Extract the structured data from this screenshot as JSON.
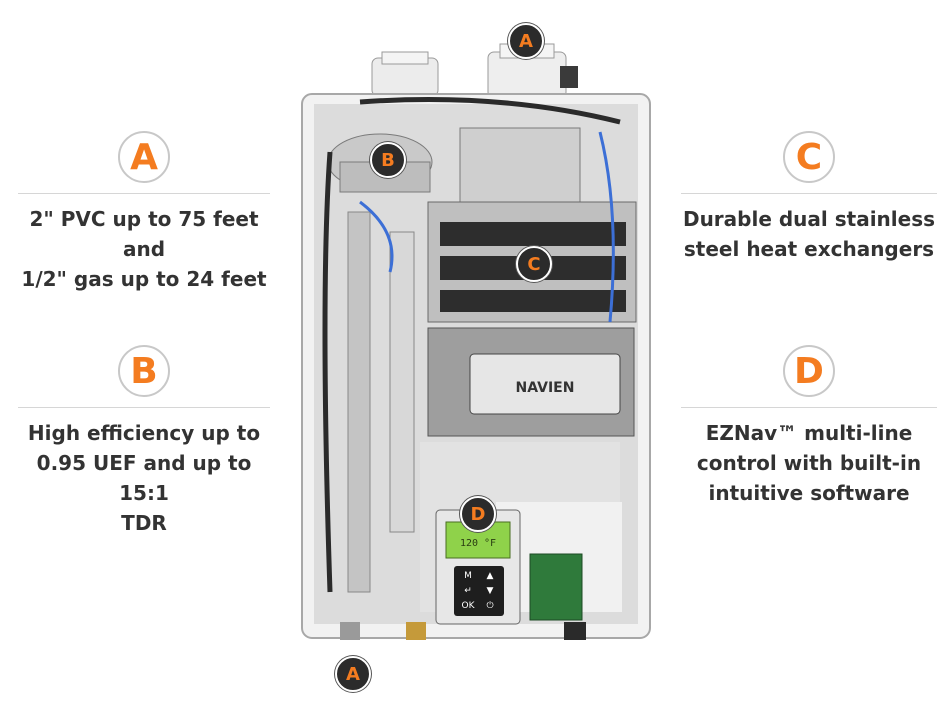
{
  "features": {
    "a": {
      "letter": "A",
      "line1": "2\" PVC up to 75 feet and",
      "line2": "1/2\" gas up to 24 feet"
    },
    "b": {
      "letter": "B",
      "line1": "High efficiency up to",
      "line2": "0.95 UEF and up to 15:1",
      "line3": "TDR"
    },
    "c": {
      "letter": "C",
      "line1": "Durable dual stainless",
      "line2": "steel heat exchangers"
    },
    "d": {
      "letter": "D",
      "line1": "EZNav™ multi-line",
      "line2": "control with built-in",
      "line3": "intuitive software"
    }
  },
  "markers": {
    "top": "A",
    "blower": "B",
    "exchanger": "C",
    "control": "D",
    "bottom": "A"
  },
  "device": {
    "brand": "NAVIEN",
    "display_temp": "120 °F",
    "keys": [
      "M",
      "▲",
      "↵",
      "▼",
      "OK",
      "⏻"
    ]
  },
  "colors": {
    "accent": "#f47c20",
    "text": "#333333",
    "rule": "#d6d6d6",
    "lcd": "#8fd24a"
  }
}
